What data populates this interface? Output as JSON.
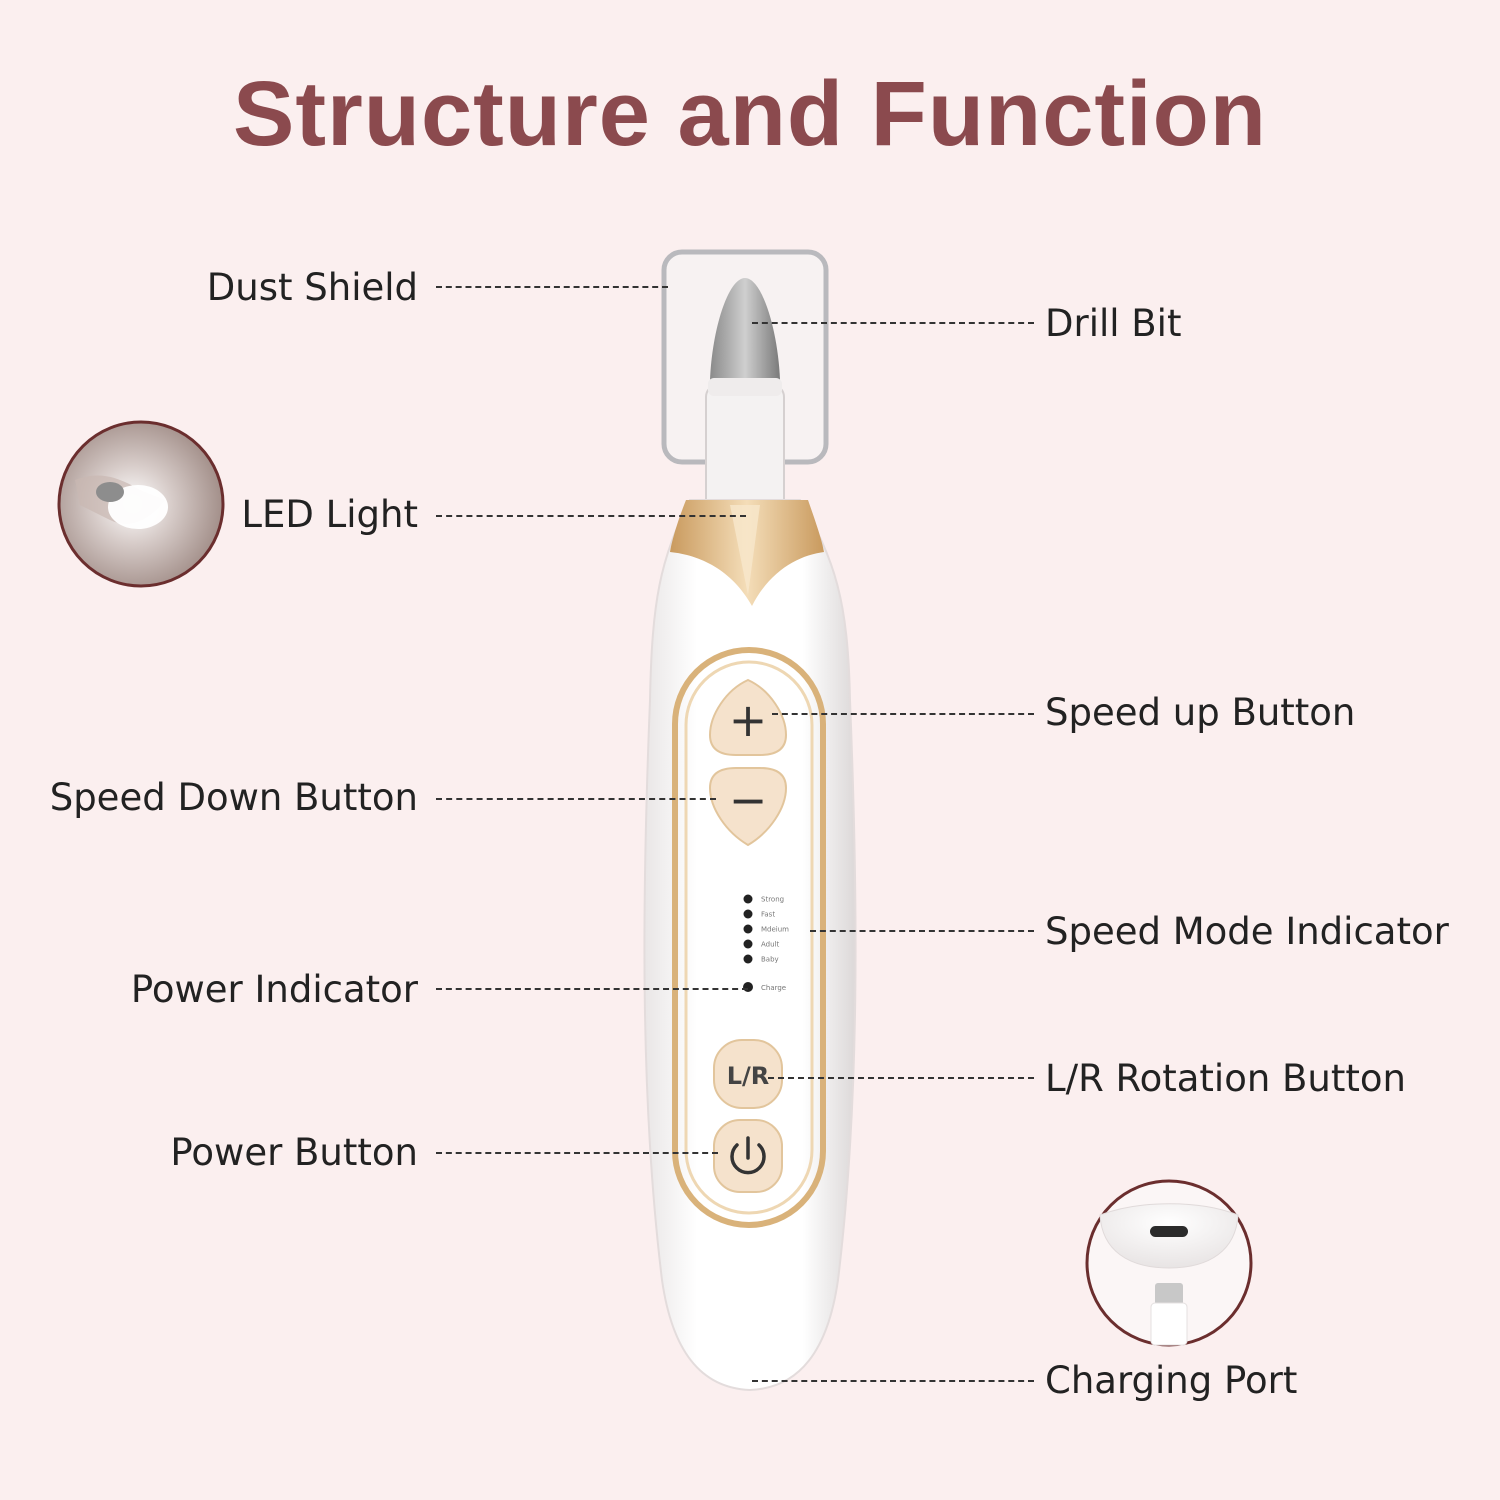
{
  "title": "Structure and Function",
  "labels": {
    "dust_shield": "Dust Shield",
    "drill_bit": "Drill Bit",
    "led_light": "LED Light",
    "speed_up": "Speed up Button",
    "speed_down": "Speed Down Button",
    "speed_mode": "Speed Mode Indicator",
    "power_indicator": "Power Indicator",
    "lr_rotation": "L/R Rotation Button",
    "power_button": "Power Button",
    "charging_port": "Charging Port"
  },
  "device": {
    "plus_glyph": "+",
    "minus_glyph": "−",
    "lr_label": "L/R",
    "speed_modes": [
      "Strong",
      "Fast",
      "Mdeium",
      "Adult",
      "Baby"
    ],
    "charge_label": "Charge"
  },
  "colors": {
    "title": "#8b4a4e",
    "background": "#fbefef",
    "gold": "#d9b27a",
    "button": "#f5e2cc",
    "circle_border": "#6b2e2e"
  }
}
